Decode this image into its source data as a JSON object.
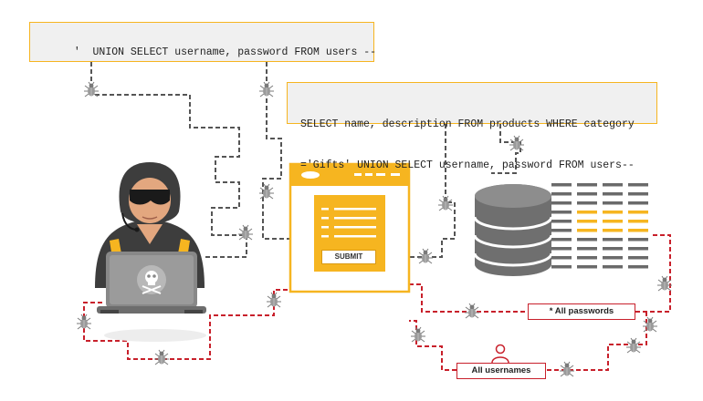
{
  "queries": {
    "injection": "'  UNION SELECT username, password FROM users --",
    "full_line1": "SELECT name, description FROM products WHERE category",
    "full_line2": "='Gifts' UNION SELECT username, password FROM users--"
  },
  "form": {
    "submit_label": "SUBMIT"
  },
  "results": {
    "passwords_label": "* All passwords",
    "usernames_label": "All usernames"
  },
  "colors": {
    "accent": "#f6b520",
    "danger": "#c8202b",
    "wire": "#555555",
    "bug": "#8a8a8a"
  },
  "icons": [
    "hacker-icon",
    "skull-icon",
    "bug-icon",
    "database-icon",
    "table-icon",
    "web-form-icon",
    "user-icon"
  ]
}
